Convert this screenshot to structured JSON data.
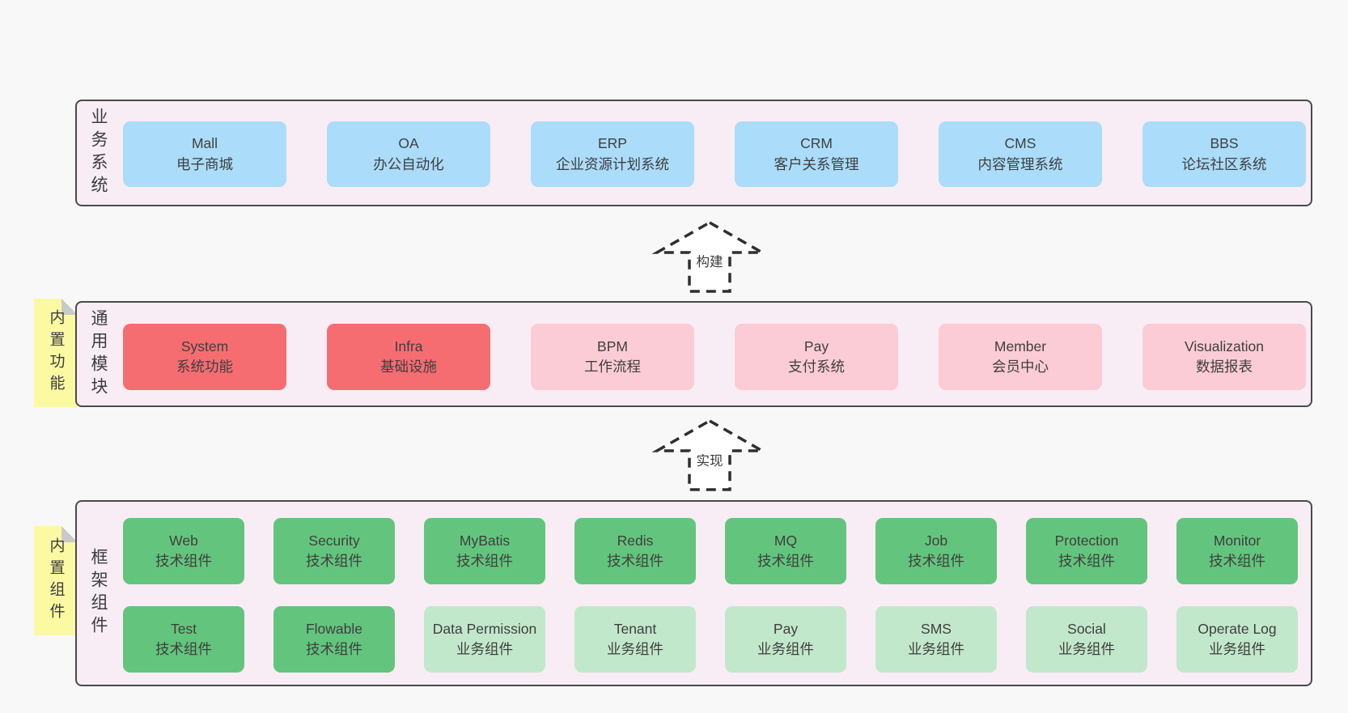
{
  "colors": {
    "background": "#f8f8f8",
    "band_fill": "#f8edf5",
    "band_border": "#4a4a4a",
    "blue_box": "#abdcfa",
    "red_box": "#f56d71",
    "pink_box": "#fbccd5",
    "green_box": "#63c57d",
    "light_green_box": "#c2e8cb",
    "sticky_yellow": "#fbf9a2",
    "sticky_fold": "#c9c9c9",
    "arrow_stroke": "#2f2f2f",
    "text": "#3d3d3d"
  },
  "arrows": [
    {
      "label": "构建"
    },
    {
      "label": "实现"
    }
  ],
  "bands": [
    {
      "label": "业务系统",
      "boxes": [
        {
          "title": "Mall",
          "subtitle": "电子商城"
        },
        {
          "title": "OA",
          "subtitle": "办公自动化"
        },
        {
          "title": "ERP",
          "subtitle": "企业资源计划系统"
        },
        {
          "title": "CRM",
          "subtitle": "客户关系管理"
        },
        {
          "title": "CMS",
          "subtitle": "内容管理系统"
        },
        {
          "title": "BBS",
          "subtitle": "论坛社区系统"
        }
      ]
    },
    {
      "label": "通用模块",
      "sticky": "内置功能",
      "boxes": [
        {
          "title": "System",
          "subtitle": "系统功能"
        },
        {
          "title": "Infra",
          "subtitle": "基础设施"
        },
        {
          "title": "BPM",
          "subtitle": "工作流程"
        },
        {
          "title": "Pay",
          "subtitle": "支付系统"
        },
        {
          "title": "Member",
          "subtitle": "会员中心"
        },
        {
          "title": "Visualization",
          "subtitle": "数据报表"
        }
      ]
    },
    {
      "label": "框架组件",
      "sticky": "内置组件",
      "rows": [
        [
          {
            "title": "Web",
            "subtitle": "技术组件"
          },
          {
            "title": "Security",
            "subtitle": "技术组件"
          },
          {
            "title": "MyBatis",
            "subtitle": "技术组件"
          },
          {
            "title": "Redis",
            "subtitle": "技术组件"
          },
          {
            "title": "MQ",
            "subtitle": "技术组件"
          },
          {
            "title": "Job",
            "subtitle": "技术组件"
          },
          {
            "title": "Protection",
            "subtitle": "技术组件"
          },
          {
            "title": "Monitor",
            "subtitle": "技术组件"
          }
        ],
        [
          {
            "title": "Test",
            "subtitle": "技术组件"
          },
          {
            "title": "Flowable",
            "subtitle": "技术组件"
          },
          {
            "title": "Data Permission",
            "subtitle": "业务组件"
          },
          {
            "title": "Tenant",
            "subtitle": "业务组件"
          },
          {
            "title": "Pay",
            "subtitle": "业务组件"
          },
          {
            "title": "SMS",
            "subtitle": "业务组件"
          },
          {
            "title": "Social",
            "subtitle": "业务组件"
          },
          {
            "title": "Operate Log",
            "subtitle": "业务组件"
          }
        ]
      ]
    }
  ]
}
